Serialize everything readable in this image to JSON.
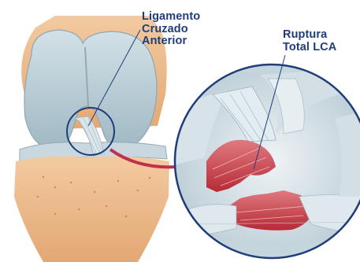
{
  "labels": {
    "acl_line1": "Ligamento",
    "acl_line2": "Cruzado",
    "acl_line3": "Anterior",
    "tear_line1": "Ruptura",
    "tear_line2": "Total LCA"
  },
  "colors": {
    "label_text": "#1f3d7a",
    "circle_outline": "#1f3d7a",
    "bone": "#eab784",
    "cartilage": "#b9cdd6",
    "ligament": "#d6e2e8",
    "rupture_red": "#c2343c",
    "arrow": "#c0304a"
  }
}
